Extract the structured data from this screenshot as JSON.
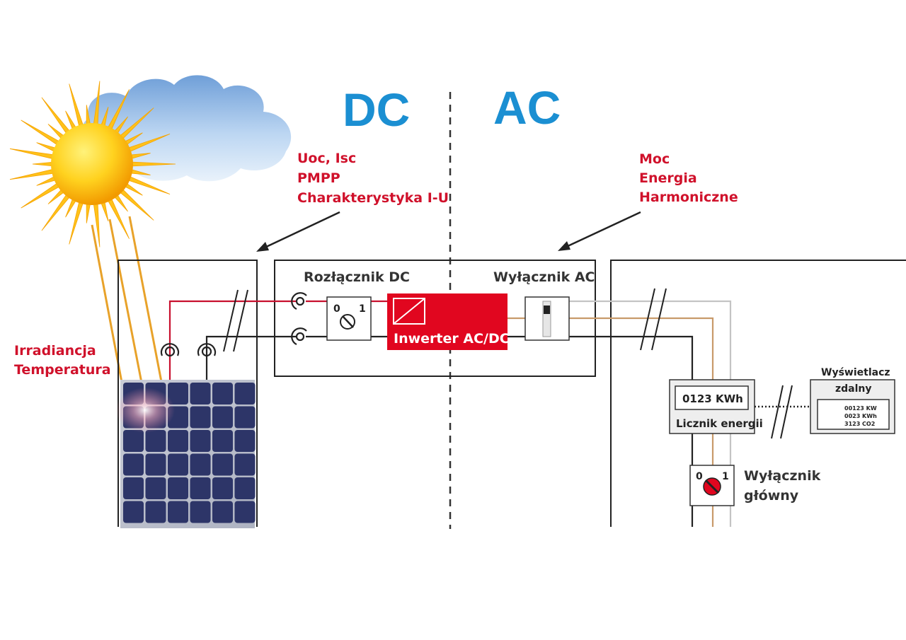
{
  "sections": {
    "dc": "DC",
    "ac": "AC"
  },
  "dc_measurements": {
    "line1": "Uoc, Isc",
    "line2": "PMPP",
    "line3": "Charakterystyka I-U"
  },
  "ac_measurements": {
    "line1": "Moc",
    "line2": "Energia",
    "line3": "Harmoniczne"
  },
  "environment": {
    "line1": "Irradiancja",
    "line2": "Temperatura"
  },
  "dc_disconnector": {
    "label": "Rozłącznik DC",
    "pos_off": "0",
    "pos_on": "1"
  },
  "inverter": {
    "label": "Inwerter AC/DC"
  },
  "ac_breaker": {
    "label": "Wyłącznik AC"
  },
  "energy_meter": {
    "reading": "0123 KWh",
    "label": "Licznik energii"
  },
  "remote_display": {
    "title_line1": "Wyświetlacz",
    "title_line2": "zdalny",
    "row1": "00123 KW",
    "row2": "0023 KWh",
    "row3": "3123 CO2"
  },
  "main_switch": {
    "label_line1": "Wyłącznik",
    "label_line2": "główny",
    "pos_off": "0",
    "pos_on": "1"
  },
  "colors": {
    "red": "#d0112b",
    "blue": "#1b8fd2",
    "wire_red": "#c8102e",
    "wire_black": "#222222",
    "wire_brown": "#c89a6a",
    "wire_grey": "#c4c4c4"
  }
}
